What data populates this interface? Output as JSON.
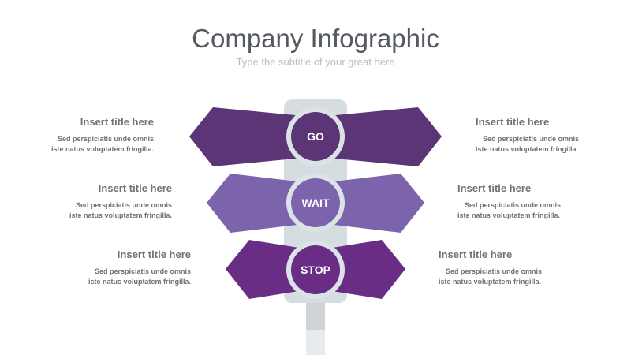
{
  "header": {
    "title": "Company Infographic",
    "subtitle": "Type the subtitle of your great here"
  },
  "colors": {
    "dark_purple": "#5c3577",
    "mid_purple": "#7c64ad",
    "deep_purple": "#6a2d86",
    "pole": "#d5dde0",
    "circle_ring": "#dce3e6"
  },
  "signs": [
    {
      "label": "GO"
    },
    {
      "label": "WAIT"
    },
    {
      "label": "STOP"
    }
  ],
  "blocks": {
    "left": [
      {
        "title": "Insert title here",
        "line1": "Sed perspiciatis unde omnis",
        "line2": "iste natus voluptatem fringilla."
      },
      {
        "title": "Insert title here",
        "line1": "Sed perspiciatis unde omnis",
        "line2": "iste natus voluptatem fringilla."
      },
      {
        "title": "Insert title here",
        "line1": "Sed perspiciatis unde omnis",
        "line2": "iste natus voluptatem fringilla."
      }
    ],
    "right": [
      {
        "title": "Insert title here",
        "line1": "Sed perspiciatis unde omnis",
        "line2": "iste natus voluptatem fringilla."
      },
      {
        "title": "Insert title here",
        "line1": "Sed perspiciatis unde omnis",
        "line2": "iste natus voluptatem fringilla."
      },
      {
        "title": "Insert title here",
        "line1": "Sed perspiciatis unde omnis",
        "line2": "iste natus voluptatem fringilla."
      }
    ]
  }
}
